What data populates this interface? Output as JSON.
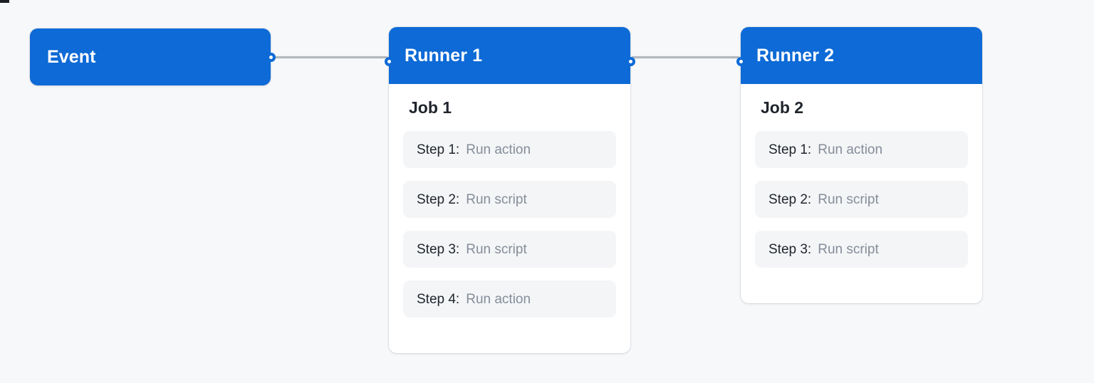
{
  "canvas": {
    "background": "#f7f8fa",
    "accent": "#0d6ad6",
    "edge_color": "#b2b8bf",
    "step_bg": "#f4f5f7",
    "muted_text": "#848d99",
    "dark_text": "#1f242c"
  },
  "nodes": [
    {
      "id": "event",
      "type": "event",
      "title": "Event",
      "handles": {
        "left": false,
        "right": true
      }
    },
    {
      "id": "runner-1",
      "type": "runner",
      "title": "Runner 1",
      "job": "Job 1",
      "handles": {
        "left": true,
        "right": true
      },
      "steps": [
        {
          "label": "Step 1:",
          "value": "Run action"
        },
        {
          "label": "Step 2:",
          "value": "Run script"
        },
        {
          "label": "Step 3:",
          "value": "Run script"
        },
        {
          "label": "Step 4:",
          "value": "Run action"
        }
      ]
    },
    {
      "id": "runner-2",
      "type": "runner",
      "title": "Runner 2",
      "job": "Job 2",
      "handles": {
        "left": true,
        "right": false
      },
      "steps": [
        {
          "label": "Step 1:",
          "value": "Run action"
        },
        {
          "label": "Step 2:",
          "value": "Run script"
        },
        {
          "label": "Step 3:",
          "value": "Run script"
        }
      ]
    }
  ],
  "edges": [
    {
      "id": "edge-event-runner1",
      "from": "event",
      "to": "runner-1"
    },
    {
      "id": "edge-runner1-runner2",
      "from": "runner-1",
      "to": "runner-2"
    }
  ]
}
